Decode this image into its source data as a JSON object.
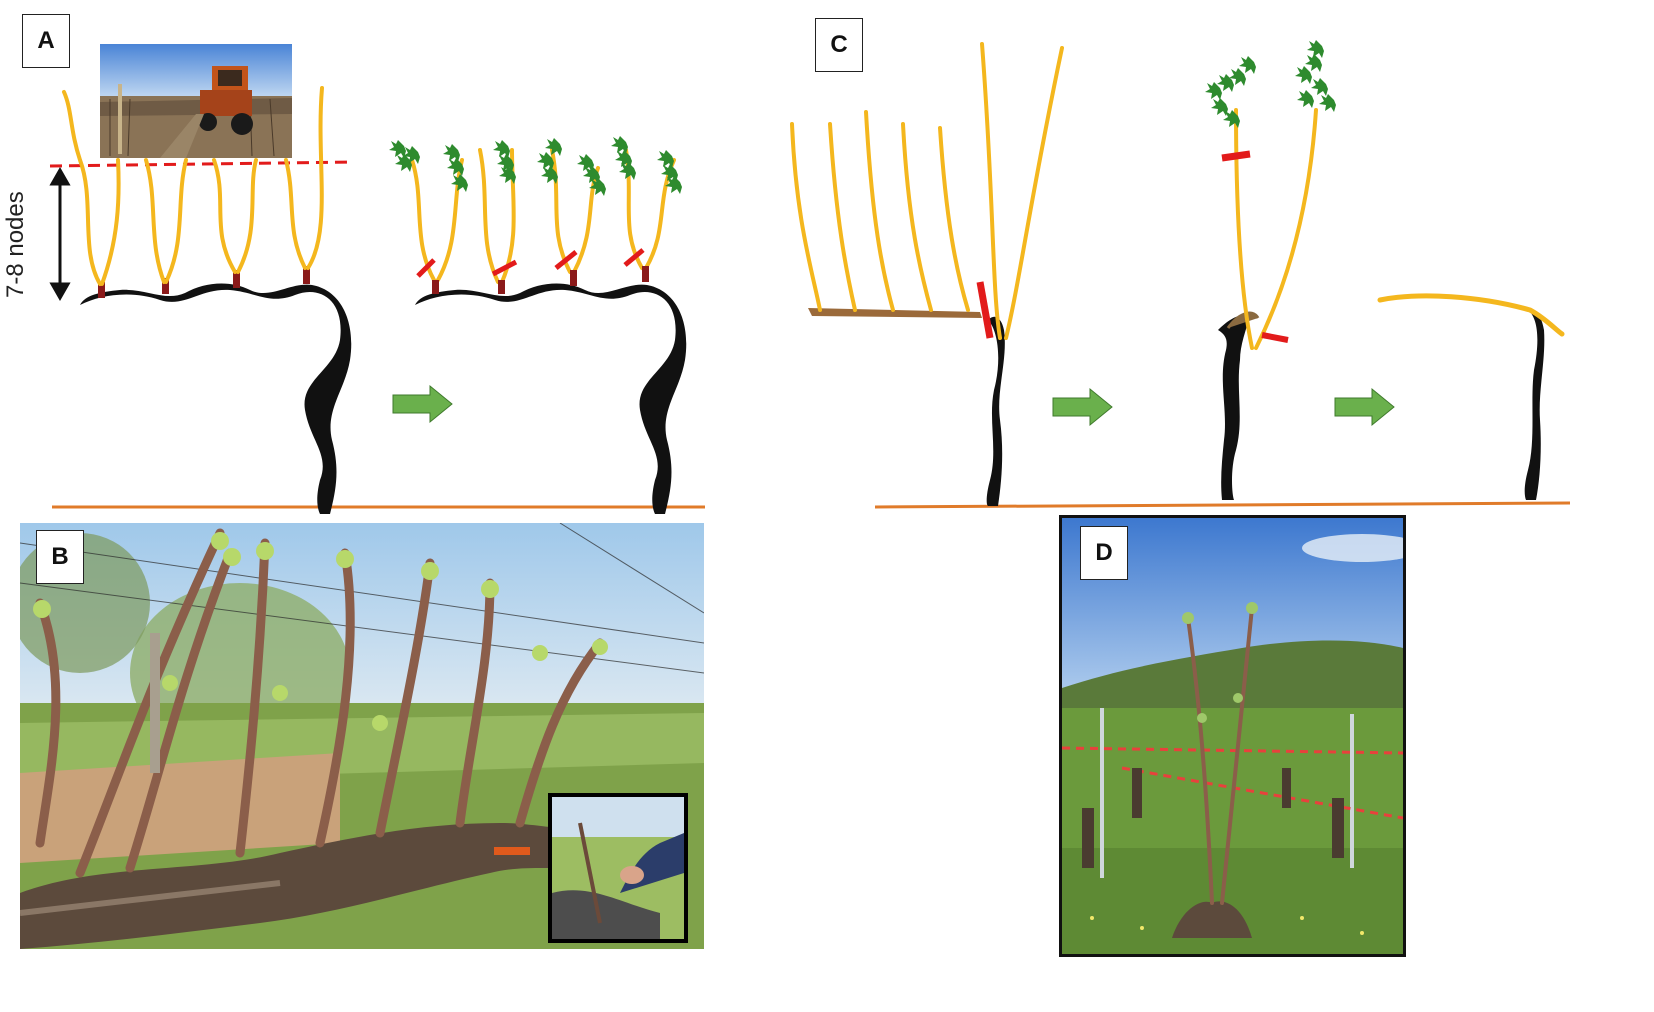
{
  "panels": {
    "a": {
      "label": "A"
    },
    "b": {
      "label": "B"
    },
    "c": {
      "label": "C"
    },
    "d": {
      "label": "D"
    }
  },
  "annotations": {
    "nodes_text": "7-8 nodes"
  },
  "colors": {
    "shoot": "#f4b71e",
    "trunk": "#111111",
    "cut_mark": "#e21b1b",
    "arrow": "#6ab04c",
    "ground": "#e07b2a",
    "leaf": "#2e8b2e",
    "cordon_brown": "#9b6a3a"
  }
}
